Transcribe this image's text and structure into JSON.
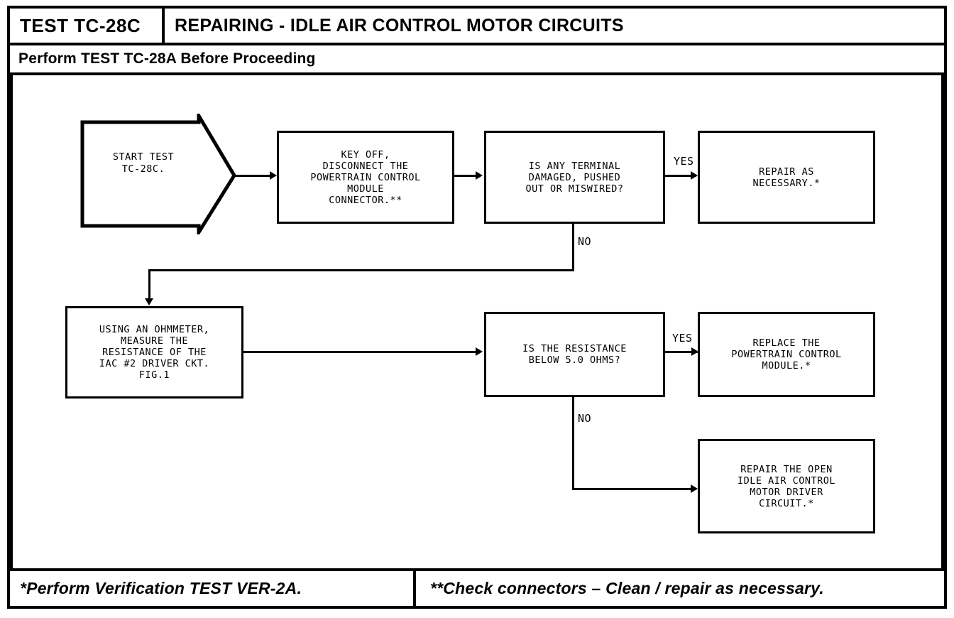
{
  "header": {
    "test_id": "TEST TC-28C",
    "title": "REPAIRING - IDLE AIR CONTROL MOTOR CIRCUITS",
    "subtitle": "Perform TEST TC-28A Before Proceeding"
  },
  "footer": {
    "left_note": "*Perform Verification TEST VER-2A.",
    "right_note": "**Check connectors – Clean / repair as necessary."
  },
  "flow": {
    "nodes": [
      {
        "id": "start",
        "shape": "block-arrow",
        "text": "START TEST\nTC-28C."
      },
      {
        "id": "disconnect",
        "shape": "process",
        "text": "KEY OFF,\nDISCONNECT THE\nPOWERTRAIN CONTROL\nMODULE\nCONNECTOR.**"
      },
      {
        "id": "terminal-check",
        "shape": "decision",
        "text": "IS ANY TERMINAL\nDAMAGED, PUSHED\nOUT OR MISWIRED?"
      },
      {
        "id": "repair-as-necessary",
        "shape": "process",
        "text": "REPAIR AS\nNECESSARY.*"
      },
      {
        "id": "measure-resistance",
        "shape": "process",
        "text": "USING AN OHMMETER,\nMEASURE THE\nRESISTANCE OF THE\nIAC #2 DRIVER CKT.\nFIG.1"
      },
      {
        "id": "resistance-check",
        "shape": "decision",
        "text": "IS THE RESISTANCE\nBELOW 5.0 OHMS?"
      },
      {
        "id": "replace-pcm",
        "shape": "process",
        "text": "REPLACE THE\nPOWERTRAIN CONTROL\nMODULE.*"
      },
      {
        "id": "repair-open-circuit",
        "shape": "process",
        "text": "REPAIR THE OPEN\nIDLE AIR CONTROL\nMOTOR DRIVER\nCIRCUIT.*"
      }
    ],
    "branch_labels": {
      "terminal_yes": "YES",
      "terminal_no": "NO",
      "resistance_yes": "YES",
      "resistance_no": "NO"
    }
  },
  "colors": {
    "ink": "#000000",
    "paper": "#ffffff"
  }
}
